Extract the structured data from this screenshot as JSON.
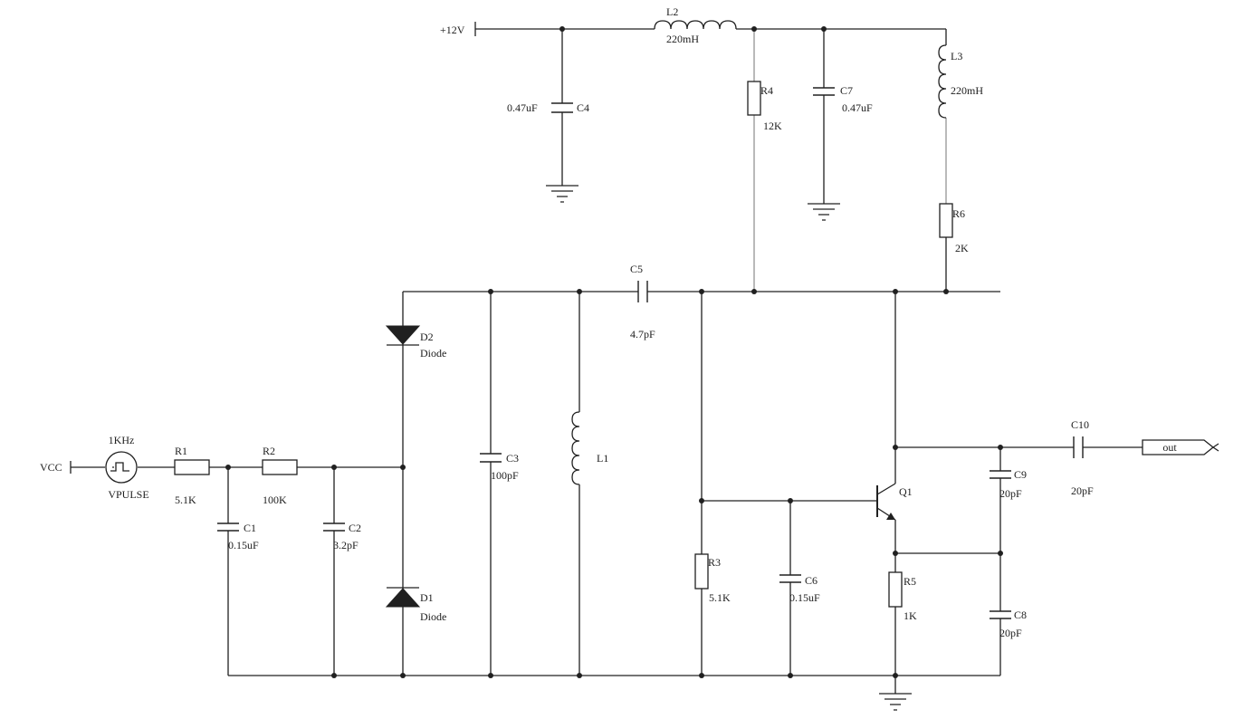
{
  "supply": {
    "label": "+12V"
  },
  "source": {
    "vcc_label": "VCC",
    "freq_label": "1KHz",
    "type_label": "VPULSE"
  },
  "resistors": {
    "R1": {
      "name": "R1",
      "value": "5.1K"
    },
    "R2": {
      "name": "R2",
      "value": "100K"
    },
    "R3": {
      "name": "R3",
      "value": "5.1K"
    },
    "R4": {
      "name": "R4",
      "value": "12K"
    },
    "R5": {
      "name": "R5",
      "value": "1K"
    },
    "R6": {
      "name": "R6",
      "value": "2K"
    }
  },
  "capacitors": {
    "C1": {
      "name": "C1",
      "value": "0.15uF"
    },
    "C2": {
      "name": "C2",
      "value": "3.2pF"
    },
    "C3": {
      "name": "C3",
      "value": "100pF"
    },
    "C4": {
      "name": "C4",
      "value": "0.47uF"
    },
    "C5": {
      "name": "C5",
      "value": "4.7pF"
    },
    "C6": {
      "name": "C6",
      "value": "0.15uF"
    },
    "C7": {
      "name": "C7",
      "value": "0.47uF"
    },
    "C8": {
      "name": "C8",
      "value": "20pF"
    },
    "C9": {
      "name": "C9",
      "value": "20pF"
    },
    "C10": {
      "name": "C10",
      "value": "20pF"
    }
  },
  "inductors": {
    "L1": {
      "name": "L1"
    },
    "L2": {
      "name": "L2",
      "value": "220mH"
    },
    "L3": {
      "name": "L3",
      "value": "220mH"
    }
  },
  "diodes": {
    "D1": {
      "name": "D1",
      "type": "Diode"
    },
    "D2": {
      "name": "D2",
      "type": "Diode"
    }
  },
  "transistor": {
    "name": "Q1"
  },
  "output": {
    "label": "out"
  }
}
